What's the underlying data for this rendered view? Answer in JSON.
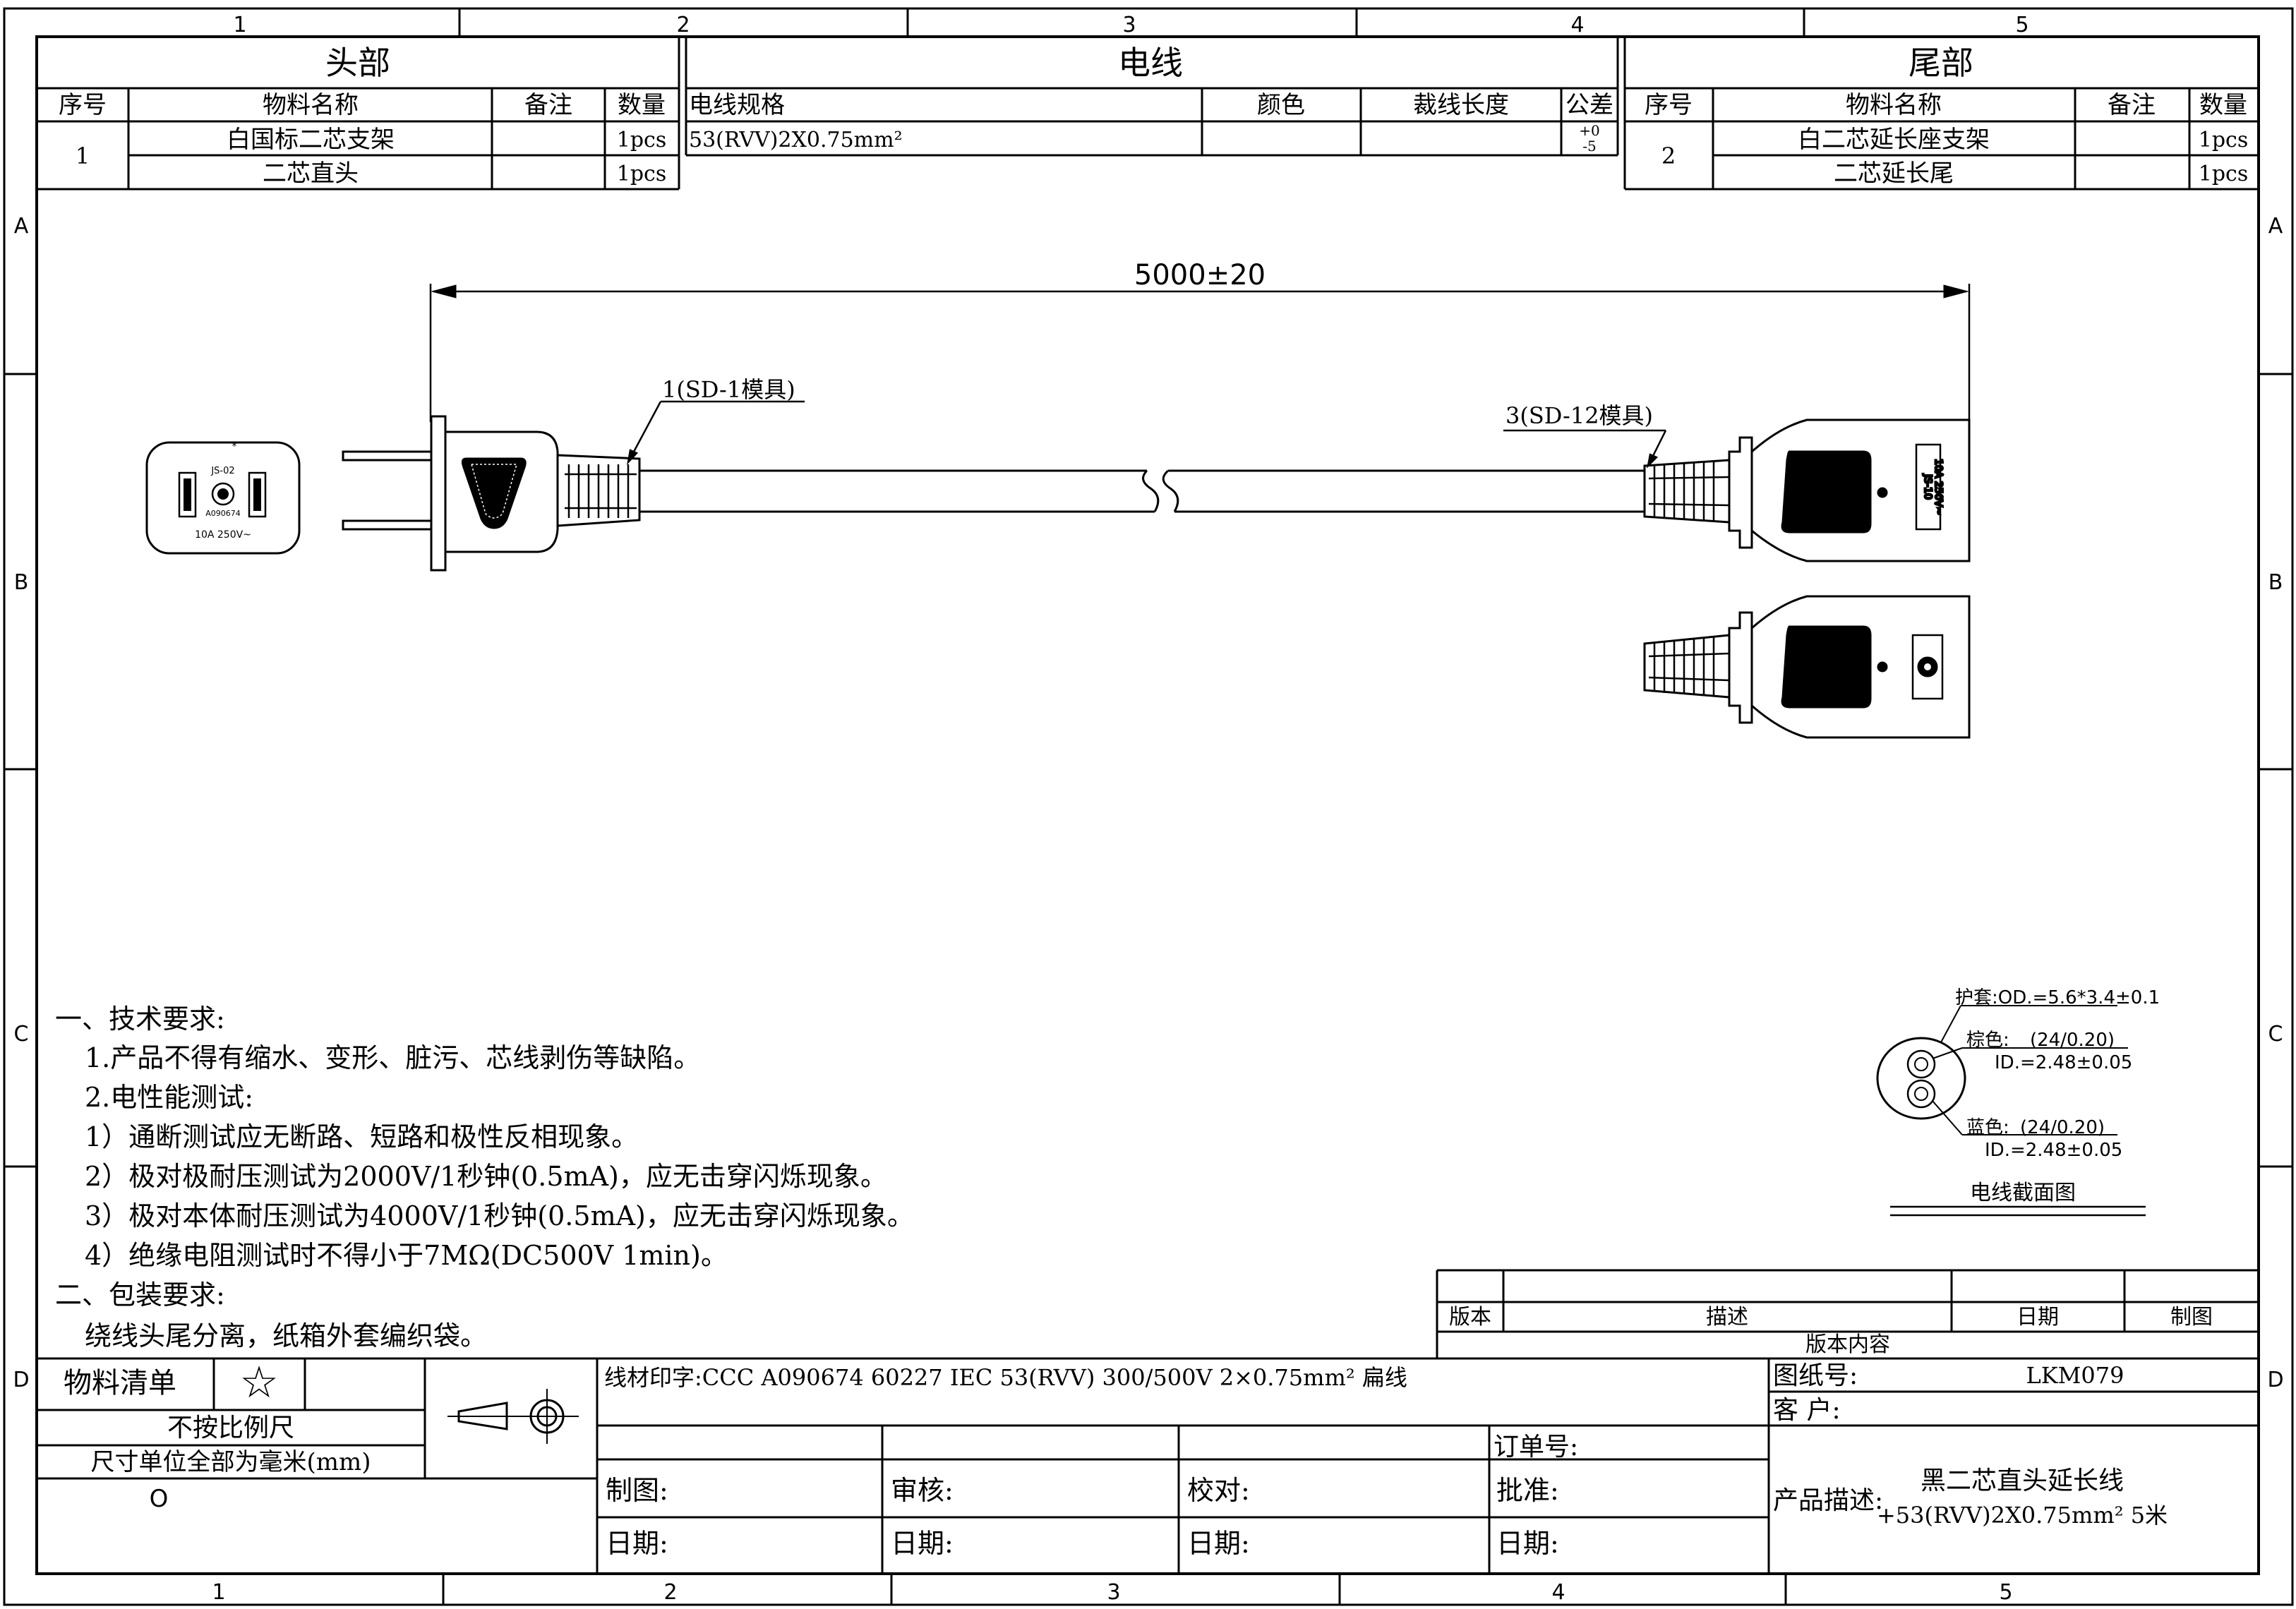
{
  "grid": {
    "columns": [
      "1",
      "2",
      "3",
      "4",
      "5"
    ],
    "rows": [
      "A",
      "B",
      "C",
      "D"
    ]
  },
  "head_section": {
    "title": "头部",
    "headers": {
      "no": "序号",
      "name": "物料名称",
      "note": "备注",
      "qty": "数量"
    },
    "no": "1",
    "items": [
      {
        "name": "白国标二芯支架",
        "qty": "1pcs"
      },
      {
        "name": "二芯直头",
        "qty": "1pcs"
      }
    ]
  },
  "cable_section": {
    "title": "电线",
    "headers": {
      "spec": "电线规格",
      "color": "颜色",
      "length": "裁线长度",
      "tol": "公差"
    },
    "spec": "53(RVV)2X0.75mm²",
    "tol_plus": "+0",
    "tol_minus": "-5"
  },
  "tail_section": {
    "title": "尾部",
    "headers": {
      "no": "序号",
      "name": "物料名称",
      "note": "备注",
      "qty": "数量"
    },
    "no": "2",
    "items": [
      {
        "name": "白二芯延长座支架",
        "qty": "1pcs"
      },
      {
        "name": "二芯延长尾",
        "qty": "1pcs"
      }
    ]
  },
  "drawing": {
    "dimension": "5000±20",
    "callout_head": "1(SD-1模具)",
    "callout_tail": "3(SD-12模具)",
    "plug_face": {
      "model": "JS-02",
      "cert": "A090674",
      "rating": "10A 250V~",
      "mark": "*"
    },
    "socket_label": {
      "model": "JS-10",
      "rating": "10A 250V~"
    }
  },
  "cross_section": {
    "sheath": "护套:OD.=5.6*3.4±0.1",
    "brown_label": "棕色:",
    "brown_spec": "(24/0.20)",
    "brown_id": "ID.=2.48±0.05",
    "blue_label": "蓝色:",
    "blue_spec": "(24/0.20)",
    "blue_id": "ID.=2.48±0.05",
    "caption": "电线截面图"
  },
  "notes": [
    "一、技术要求:",
    "1.产品不得有缩水、变形、脏污、芯线剥伤等缺陷。",
    "2.电性能测试:",
    "1）通断测试应无断路、短路和极性反相现象。",
    "2）极对极耐压测试为2000V/1秒钟(0.5mA)，应无击穿闪烁现象。",
    "3）极对本体耐压测试为4000V/1秒钟(0.5mA)，应无击穿闪烁现象。",
    "4）绝缘电阻测试时不得小于7MΩ(DC500V 1min)。",
    "二、包装要求:",
    "绕线头尾分离，纸箱外套编织袋。"
  ],
  "revision": {
    "headers": {
      "version": "版本",
      "desc": "描述",
      "date": "日期",
      "drawn": "制图"
    },
    "caption": "版本内容"
  },
  "title_block": {
    "bom": "物料清单",
    "star": "☆",
    "scale": "不按比例尺",
    "unit": "尺寸单位全部为毫米(mm)",
    "circle_mark": "O",
    "marking": "线材印字:CCC A090674  60227 IEC 53(RVV) 300/500V 2×0.75mm² 扁线",
    "drawing_no_label": "图纸号:",
    "drawing_no": "LKM079",
    "customer_label": "客  户:",
    "order_label": "订单号:",
    "draw_label": "制图:",
    "review_label": "审核:",
    "check_label": "校对:",
    "approve_label": "批准:",
    "date_label": "日期:",
    "product_label": "产品描述:",
    "product_line1": "黑二芯直头延长线",
    "product_line2": "+53(RVV)2X0.75mm²   5米"
  }
}
